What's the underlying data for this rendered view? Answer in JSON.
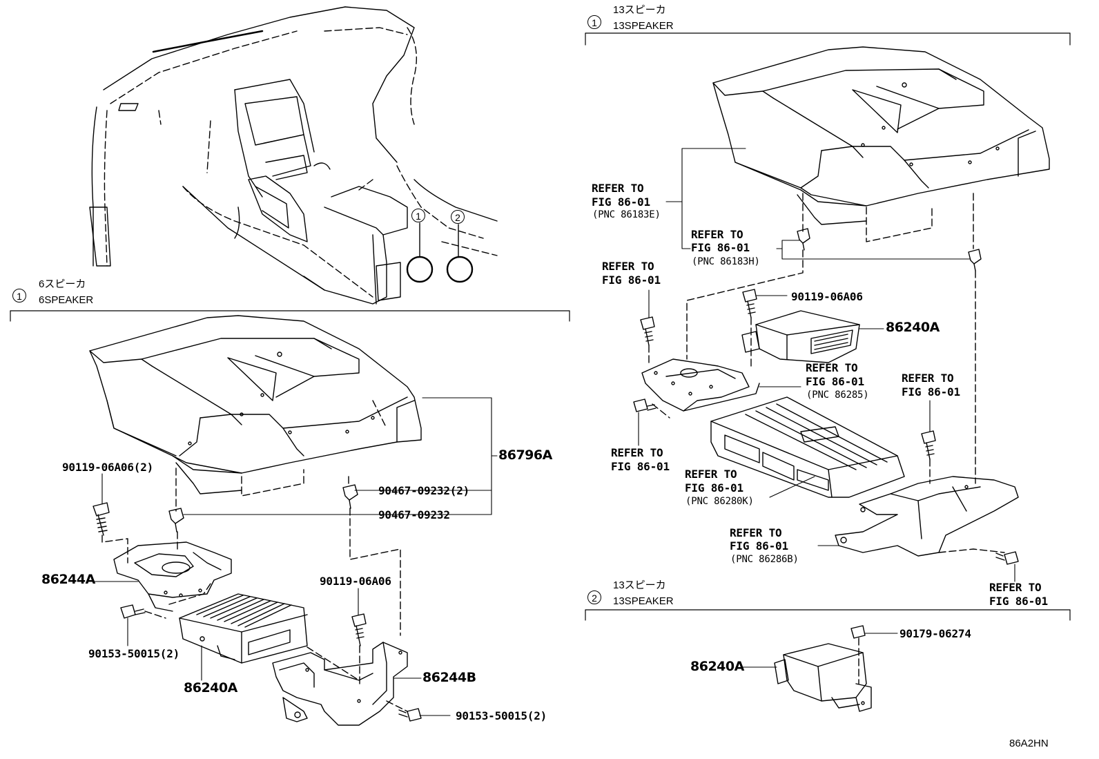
{
  "sections": {
    "sec6": {
      "number": "1",
      "title_jp": "6スピーカ",
      "title_en": "6SPEAKER"
    },
    "sec13a": {
      "number": "1",
      "title_jp": "13スピーカ",
      "title_en": "13SPEAKER"
    },
    "sec13b": {
      "number": "2",
      "title_jp": "13スピーカ",
      "title_en": "13SPEAKER"
    }
  },
  "overview": {
    "callout1": "1",
    "callout2": "2"
  },
  "left_labels": {
    "p86796A": "86796A",
    "p90119_2": "90119-06A06(2)",
    "p90467_2": "90467-09232(2)",
    "p90467": "90467-09232",
    "p86244A": "86244A",
    "p90119": "90119-06A06",
    "p90153_a": "90153-50015(2)",
    "p86240A": "86240A",
    "p86244B": "86244B",
    "p90153_b": "90153-50015(2)"
  },
  "right_labels": {
    "refer_e": [
      "REFER TO",
      "FIG 86-01",
      "(PNC 86183E)"
    ],
    "refer_h": [
      "REFER TO",
      "FIG 86-01",
      "(PNC 86183H)"
    ],
    "refer_l1": [
      "REFER TO",
      "FIG 86-01"
    ],
    "p90119": "90119-06A06",
    "p86240A": "86240A",
    "refer_285": [
      "REFER TO",
      "FIG 86-01",
      "(PNC 86285)"
    ],
    "refer_r1": [
      "REFER TO",
      "FIG 86-01"
    ],
    "refer_l2": [
      "REFER TO",
      "FIG 86-01"
    ],
    "refer_280": [
      "REFER TO",
      "FIG 86-01",
      "(PNC 86280K)"
    ],
    "refer_286": [
      "REFER TO",
      "FIG 86-01",
      "(PNC 86286B)"
    ],
    "refer_r2": [
      "REFER TO",
      "FIG 86-01"
    ],
    "p90179": "90179-06274",
    "p86240A_b": "86240A"
  },
  "figure_code": "86A2HN"
}
